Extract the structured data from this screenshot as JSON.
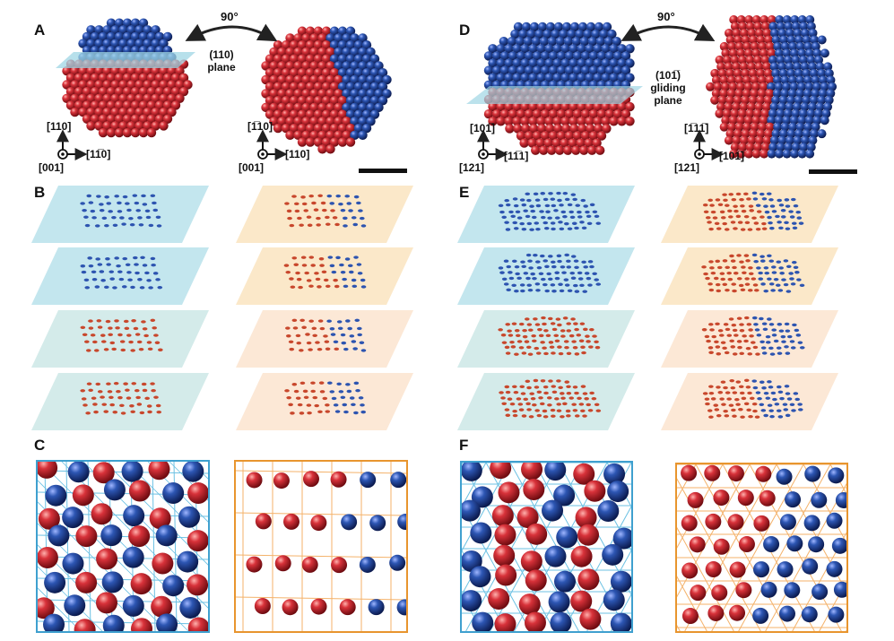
{
  "panels": {
    "a": "A",
    "b": "B",
    "c": "C",
    "d": "D",
    "e": "E",
    "f": "F"
  },
  "colors": {
    "red_atom": "#c8232c",
    "blue_atom": "#2a4fa5",
    "plane_blue": "#bfe3ec",
    "plane_orange": "#fbe5c4",
    "frame_blue": "#3fa0cf",
    "frame_orange": "#e8952e"
  },
  "icons": [
    "rotate-arrow-icon",
    "axis-out-of-page-icon"
  ],
  "top_left": {
    "rotation": "90°",
    "plane": {
      "index": "(110)",
      "word": "plane"
    },
    "left_axes": {
      "up": "[110]",
      "right": "[11̅0]",
      "out": "[001]"
    },
    "right_axes": {
      "up": "[1̅10]",
      "right": "[110]",
      "out": "[001]"
    }
  },
  "top_right": {
    "rotation": "90°",
    "plane": {
      "index": "(101̅)",
      "word1": "gliding",
      "word2": "plane"
    },
    "left_axes": {
      "up": "[101̅]",
      "right": "[11̅1]",
      "out": "[121]"
    },
    "right_axes": {
      "up": "[1̅11̅]",
      "right": "[101̅]",
      "out": "[121]"
    }
  }
}
